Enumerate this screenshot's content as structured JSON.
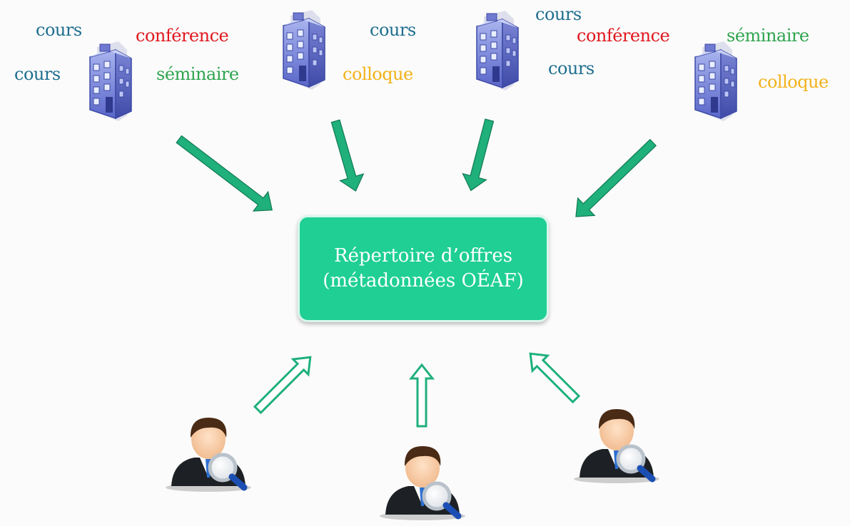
{
  "hub": {
    "line1": "Répertoire d’offres",
    "line2": "(métadonnées OÉAF)"
  },
  "institutions": [
    {
      "words": [
        "cours",
        "conférence",
        "cours",
        "séminaire"
      ]
    },
    {
      "words": [
        "cours",
        "colloque"
      ]
    },
    {
      "words": [
        "cours",
        "conférence",
        "cours"
      ]
    },
    {
      "words": [
        "séminaire",
        "colloque"
      ]
    }
  ],
  "colors": {
    "cours": "#1f6e8f",
    "conference": "#e0181e",
    "seminaire": "#2fa44f",
    "colloque": "#f2b21a",
    "hub": "#1fcf94",
    "arrow": "#1fb07c"
  },
  "icons": {
    "building": "building-icon",
    "user_search": "user-search-icon"
  }
}
